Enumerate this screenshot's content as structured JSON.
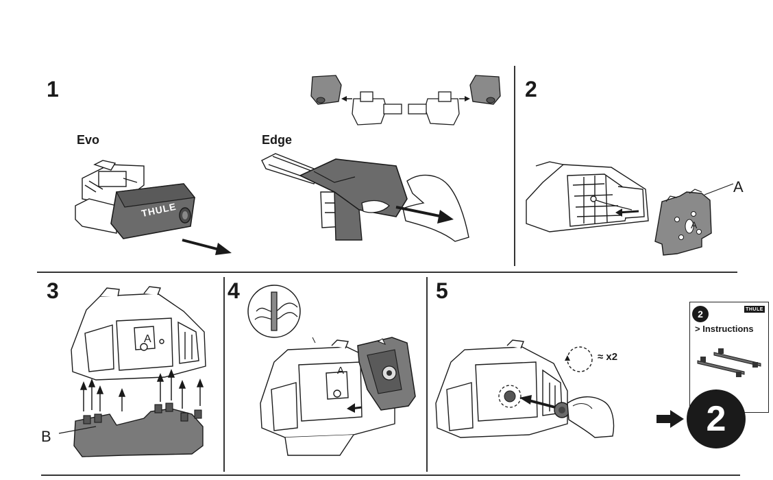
{
  "steps": {
    "s1": "1",
    "s2": "2",
    "s3": "3",
    "s4": "4",
    "s5": "5"
  },
  "labels": {
    "evo": "Evo",
    "edge": "Edge",
    "callout_a": "A",
    "callout_b": "B",
    "part_a_step3": "A",
    "part_a_step4": "A"
  },
  "foot_logo": "THULE",
  "repeat": "≈ x2",
  "next_card": {
    "badge": "2",
    "logo": "THULE",
    "title": "> Instructions"
  },
  "next_step_badge": "2",
  "icons": {
    "arrow": "arrow-right-icon",
    "rotate": "rotate-icon",
    "wire": "wire-detail-icon"
  },
  "colors": {
    "ink": "#1a1a1a",
    "part_fill": "#8a8a8a",
    "foot_cover": "#6b6b6b"
  }
}
